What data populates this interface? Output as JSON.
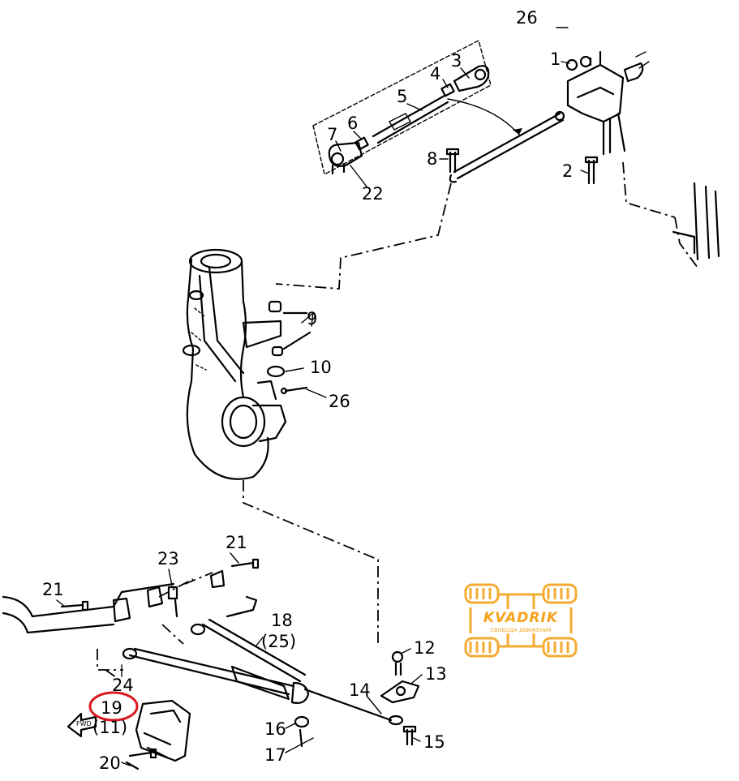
{
  "callouts": {
    "p1": "1",
    "p2": "2",
    "p3": "3",
    "p4": "4",
    "p5": "5",
    "p6": "6",
    "p7": "7",
    "p8": "8",
    "p9": "9",
    "p10": "10",
    "p12": "12",
    "p13": "13",
    "p14": "14",
    "p15": "15",
    "p16": "16",
    "p17": "17",
    "p18": "18",
    "p18b": "(25)",
    "p19": "19",
    "p19b": "(11)",
    "p20": "20",
    "p21a": "21",
    "p21b": "21",
    "p22": "22",
    "p23": "23",
    "p24": "24",
    "p26a": "26",
    "p26b": "26"
  },
  "highlight": {
    "part": "19",
    "color": "#d8191f"
  },
  "direction_label": "FWD",
  "watermark": {
    "brand": "KVADRIK",
    "tagline": "СВОБОДА ДВИЖЕНИЯ",
    "color": "#f4a21c",
    "icon": "atv-wheels-logo-icon"
  }
}
